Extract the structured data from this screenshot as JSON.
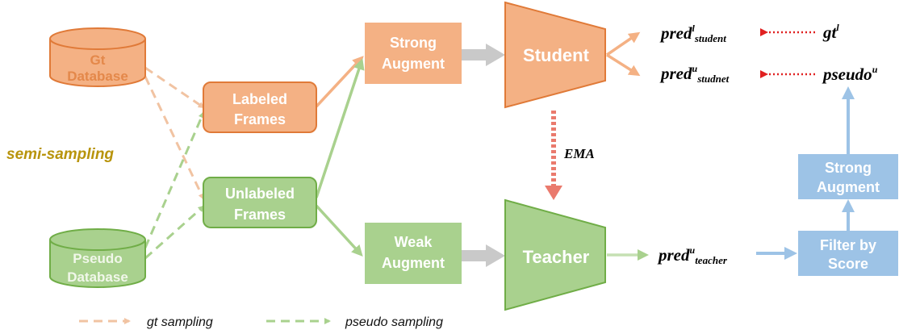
{
  "databases": {
    "gt": {
      "line1": "Gt",
      "line2": "Database"
    },
    "pseudo": {
      "line1": "Pseudo",
      "line2": "Database"
    }
  },
  "frames": {
    "labeled": {
      "line1": "Labeled",
      "line2": "Frames"
    },
    "unlabeled": {
      "line1": "Unlabeled",
      "line2": "Frames"
    }
  },
  "sampling_label": "semi-sampling",
  "augments": {
    "strong": {
      "line1": "Strong",
      "line2": "Augment"
    },
    "weak": {
      "line1": "Weak",
      "line2": "Augment"
    },
    "strong_right": {
      "line1": "Strong",
      "line2": "Augment"
    }
  },
  "models": {
    "student": "Student",
    "teacher": "Teacher"
  },
  "ema_label": "EMA",
  "filter": {
    "line1": "Filter by",
    "line2": "Score"
  },
  "predictions": {
    "pred_l_student": {
      "base": "pred",
      "sup": "l",
      "sub": "student"
    },
    "pred_u_student": {
      "base": "pred",
      "sup": "u",
      "sub": "studnet"
    },
    "pred_u_teacher": {
      "base": "pred",
      "sup": "u",
      "sub": "teacher"
    }
  },
  "targets": {
    "gt": {
      "base": "gt",
      "sup": "l"
    },
    "pseudo": {
      "base": "pseudo",
      "sup": "u"
    }
  },
  "legend": {
    "gt_sampling": "gt sampling",
    "pseudo_sampling": "pseudo sampling"
  },
  "colors": {
    "orange_fill": "#f4b184",
    "orange_dark": "#e07a38",
    "orange_line": "#f1c3a2",
    "green_fill": "#a9d18e",
    "green_dark": "#70ad47",
    "green_line": "#a9d18e",
    "blue_fill": "#9dc3e6",
    "blue_line": "#9dc3e6",
    "gray_arrow": "#c9c9c9",
    "red_dot": "#e02020",
    "ema_red": "#ea7a6d"
  }
}
